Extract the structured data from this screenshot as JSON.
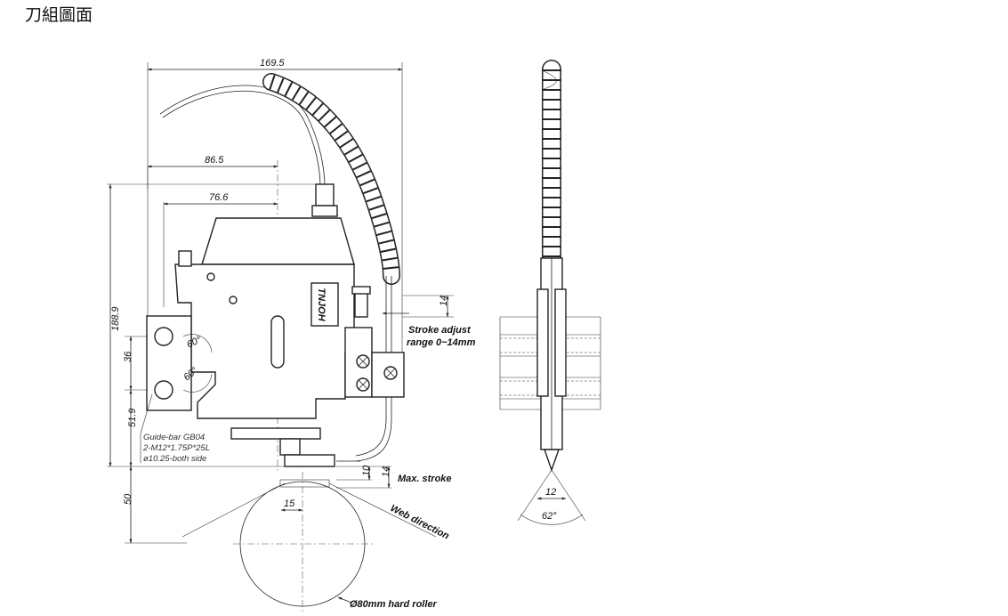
{
  "page": {
    "title": "刀組圖面"
  },
  "dimensions": {
    "overall_width": "169.5",
    "width_86": "86.5",
    "width_76": "76.6",
    "overall_height": "188.9",
    "spacing_36": "36",
    "height_51": "51.9",
    "roller_offset": "50",
    "stroke_adjust_value": "14",
    "max_stroke_a": "10",
    "max_stroke_b": "14",
    "roller_dim": "15",
    "angle_upper": "60°",
    "angle_lower": "60°",
    "blade_width": "12",
    "blade_angle": "62°"
  },
  "labels": {
    "stroke_adjust_line1": "Stroke adjust",
    "stroke_adjust_line2": "range 0~14mm",
    "max_stroke": "Max. stroke",
    "web_direction": "Web direction",
    "roller": "Ø80mm hard roller",
    "brand": "TNJOH"
  },
  "guide_bar_note": {
    "line1": "Guide-bar GB04",
    "line2": "2-M12*1.75P*25L",
    "line3": "ø10.25-both side"
  }
}
